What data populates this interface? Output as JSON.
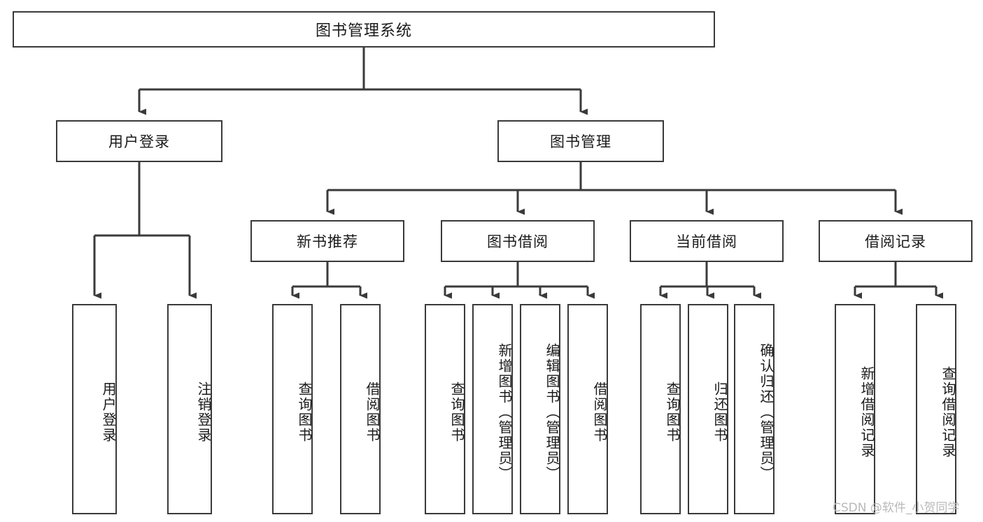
{
  "diagram": {
    "title": "图书管理系统",
    "type": "tree-hierarchy",
    "watermark": "CSDN @软件_小贺同学",
    "colors": {
      "stroke": "#3a3a3a",
      "fill": "#ffffff",
      "text": "#1a1a1a",
      "watermark": "#b9b9b9"
    }
  },
  "nodes": {
    "root": {
      "label": "图书管理系统"
    },
    "level2": [
      {
        "id": "user-login",
        "label": "用户登录"
      },
      {
        "id": "book-manage",
        "label": "图书管理"
      }
    ],
    "level3": [
      {
        "id": "new-book-rec",
        "label": "新书推荐"
      },
      {
        "id": "book-borrow",
        "label": "图书借阅"
      },
      {
        "id": "current-borrow",
        "label": "当前借阅"
      },
      {
        "id": "borrow-record",
        "label": "借阅记录"
      }
    ],
    "leaves": {
      "user-login": [
        {
          "id": "leaf-user-login",
          "label": "用户登录"
        },
        {
          "id": "leaf-logout",
          "label": "注销登录"
        }
      ],
      "new-book-rec": [
        {
          "id": "leaf-query-book-1",
          "label": "查询图书"
        },
        {
          "id": "leaf-borrow-book-1",
          "label": "借阅图书"
        }
      ],
      "book-borrow": [
        {
          "id": "leaf-query-book-2",
          "label": "查询图书"
        },
        {
          "id": "leaf-add-book",
          "label": "新增图书（管理员）"
        },
        {
          "id": "leaf-edit-book",
          "label": "编辑图书（管理员）"
        },
        {
          "id": "leaf-borrow-book-2",
          "label": "借阅图书"
        }
      ],
      "current-borrow": [
        {
          "id": "leaf-query-book-3",
          "label": "查询图书"
        },
        {
          "id": "leaf-return-book",
          "label": "归还图书"
        },
        {
          "id": "leaf-confirm-return",
          "label": "确认归还（管理员）"
        }
      ],
      "borrow-record": [
        {
          "id": "leaf-add-record",
          "label": "新增借阅记录"
        },
        {
          "id": "leaf-query-record",
          "label": "查询借阅记录"
        }
      ]
    }
  }
}
